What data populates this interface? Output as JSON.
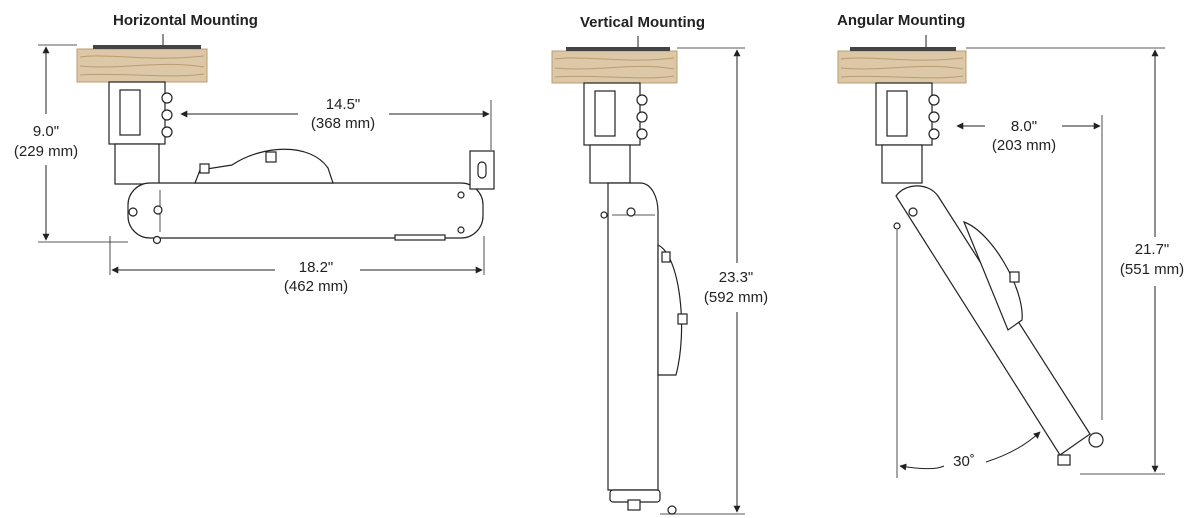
{
  "colors": {
    "wood": "#dcc7a6",
    "wood_grain": "#b99c73",
    "line": "#222222",
    "plate": "#444444"
  },
  "horizontal": {
    "title": "Horizontal Mounting",
    "height_in": "9.0\"",
    "height_mm": "(229 mm)",
    "reach_in": "14.5\"",
    "reach_mm": "(368 mm)",
    "length_in": "18.2\"",
    "length_mm": "(462 mm)"
  },
  "vertical": {
    "title": "Vertical Mounting",
    "height_in": "23.3\"",
    "height_mm": "(592 mm)"
  },
  "angular": {
    "title": "Angular Mounting",
    "reach_in": "8.0\"",
    "reach_mm": "(203 mm)",
    "height_in": "21.7\"",
    "height_mm": "(551 mm)",
    "angle": "30˚"
  }
}
